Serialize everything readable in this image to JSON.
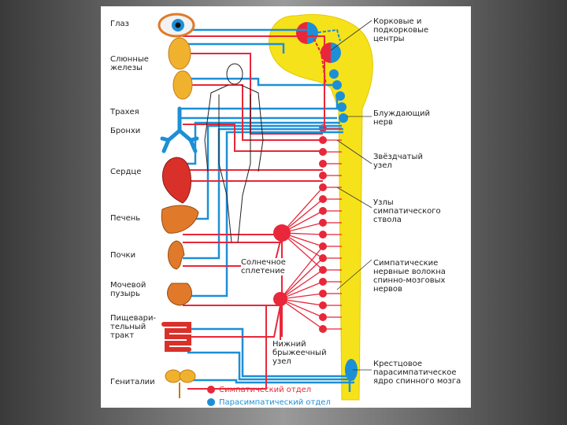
{
  "organs_left": [
    {
      "id": "eye",
      "label": "Глаз"
    },
    {
      "id": "salivary",
      "label": "Слюнные\nжелезы"
    },
    {
      "id": "trachea",
      "label": "Трахея"
    },
    {
      "id": "bronchi",
      "label": "Бронхи"
    },
    {
      "id": "heart",
      "label": "Сердце"
    },
    {
      "id": "liver",
      "label": "Печень"
    },
    {
      "id": "kidneys",
      "label": "Почки"
    },
    {
      "id": "bladder",
      "label": "Мочевой\nпузырь"
    },
    {
      "id": "digestive",
      "label": "Пищевари-\nтельный\nтракт"
    },
    {
      "id": "genitals",
      "label": "Гениталии"
    }
  ],
  "labels_right": [
    {
      "id": "cortical",
      "label": "Корковые и\nподкорковые\nцентры"
    },
    {
      "id": "vagus",
      "label": "Блуждающий\nнерв"
    },
    {
      "id": "stellate",
      "label": "Звёздчатый\nузел"
    },
    {
      "id": "sympathetic_trunk",
      "label": "Узлы\nсимпатического\nствола"
    },
    {
      "id": "spinal_fibers",
      "label": "Симпатические\nнервные волокна\nспинно-мозговых\nнервов"
    },
    {
      "id": "sacral",
      "label": "Крестцовое\nпарасимпатическое\nядро спинного мозга"
    }
  ],
  "center_labels": {
    "solar_plexus": "Солнечное\nсплетение",
    "mesenteric": "Нижний\nбрыжеечный\nузел"
  },
  "legend": [
    {
      "label": "Симпатический отдел",
      "color": "#e8273a"
    },
    {
      "label": "Парасимпатический отдел",
      "color": "#1d8fd6"
    }
  ],
  "colors": {
    "sympathetic": "#e8273a",
    "parasympathetic": "#1d8fd6",
    "cns": "#f6e21a",
    "organ_orange": "#e07a2a",
    "organ_red": "#d9302a"
  }
}
